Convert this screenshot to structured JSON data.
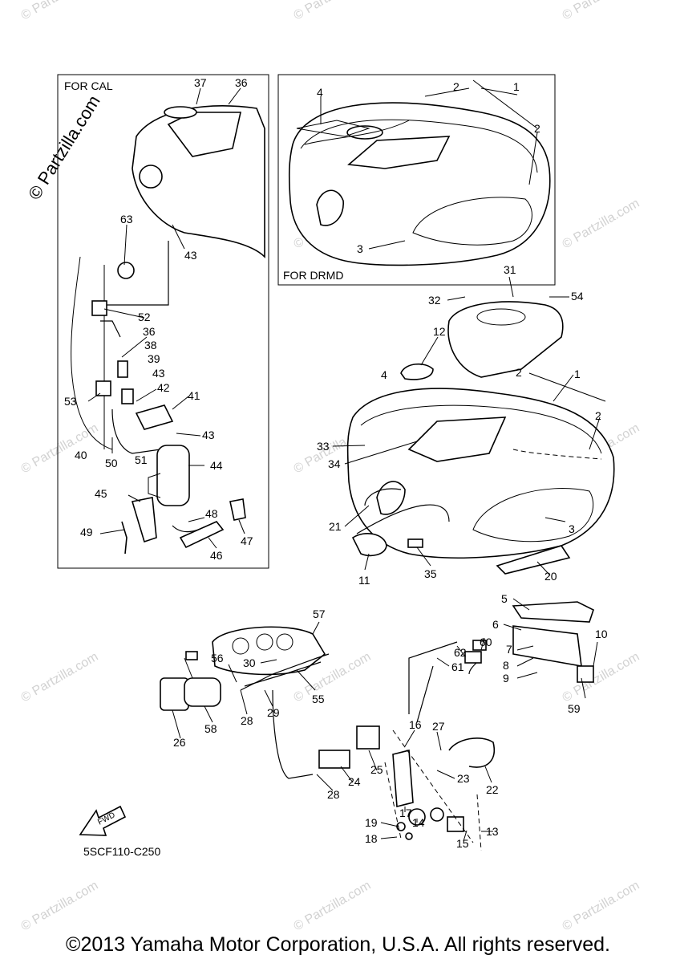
{
  "diagram": {
    "boxes": [
      {
        "id": "cal",
        "label": "FOR CAL"
      },
      {
        "id": "drmd",
        "label": "FOR DRMD"
      }
    ],
    "part_labels": [
      "1",
      "2",
      "2",
      "3",
      "4",
      "37",
      "36",
      "63",
      "43",
      "52",
      "36",
      "38",
      "39",
      "43",
      "53",
      "42",
      "41",
      "40",
      "50",
      "51",
      "43",
      "44",
      "45",
      "48",
      "49",
      "46",
      "47",
      "31",
      "32",
      "54",
      "12",
      "4",
      "2",
      "1",
      "2",
      "33",
      "34",
      "21",
      "3",
      "11",
      "35",
      "20",
      "5",
      "10",
      "6",
      "7",
      "8",
      "9",
      "59",
      "57",
      "56",
      "30",
      "55",
      "62",
      "60",
      "61",
      "26",
      "58",
      "28",
      "29",
      "16",
      "27",
      "25",
      "22",
      "24",
      "23",
      "28",
      "19",
      "14",
      "17",
      "18",
      "15",
      "13"
    ],
    "code": "5SCF110-C250",
    "brand": "© Partzilla.com",
    "watermark": "© Partzilla.com",
    "fwd_label": "FWD",
    "copyright": "©2013 Yamaha Motor Corporation, U.S.A. All rights reserved."
  }
}
